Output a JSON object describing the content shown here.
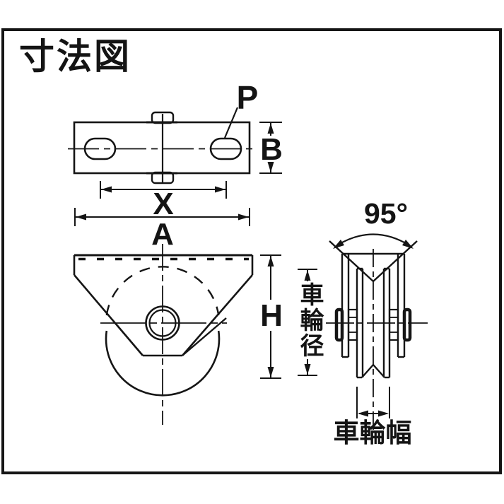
{
  "title": "寸法図",
  "colors": {
    "line": "#151515",
    "background": "#ffffff"
  },
  "dimensions": {
    "hole_label": "P",
    "plate_depth": "B",
    "hole_pitch": "X",
    "plate_width": "A",
    "height": "H",
    "groove_angle": "95°",
    "wheel_diameter": "車輪径",
    "wheel_width": "車輪幅"
  }
}
